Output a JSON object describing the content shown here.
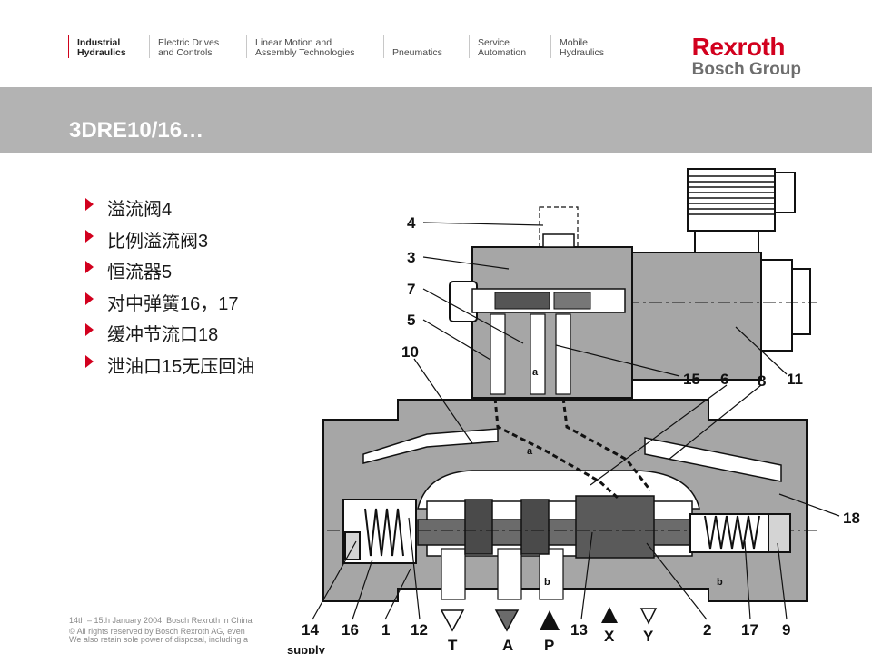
{
  "nav": {
    "items": [
      {
        "line1": "Industrial",
        "line2": "Hydraulics",
        "active": true
      },
      {
        "line1": "Electric Drives",
        "line2": "and Controls",
        "active": false
      },
      {
        "line1": "Linear Motion and",
        "line2": "Assembly Technologies",
        "active": false
      },
      {
        "line1": "Pneumatics",
        "line2": "",
        "active": false
      },
      {
        "line1": "Service",
        "line2": "Automation",
        "active": false
      },
      {
        "line1": "Mobile",
        "line2": "Hydraulics",
        "active": false
      }
    ]
  },
  "logo": {
    "brand": "Rexroth",
    "group": "Bosch Group",
    "brand_color": "#d2001e"
  },
  "title": "3DRE10/16…",
  "bullets": [
    "溢流阀4",
    "比例溢流阀3",
    "恒流器5",
    "对中弹簧16，17",
    "缓冲节流口18",
    "泄油口15无压回油"
  ],
  "footer": {
    "line1": "14th – 15th January 2004, Bosch Rexroth in China",
    "line2": "© All rights reserved by Bosch Rexroth AG, even",
    "line3": "We also retain sole power of disposal, including a"
  },
  "diagram": {
    "callouts": [
      "4",
      "3",
      "7",
      "5",
      "10",
      "15",
      "6",
      "8",
      "11",
      "18",
      "14",
      "16",
      "1",
      "12",
      "13",
      "2",
      "17",
      "9"
    ],
    "ports": [
      "T",
      "A",
      "P",
      "X",
      "Y"
    ],
    "small_labels": [
      "a",
      "a",
      "b",
      "b"
    ],
    "supply_label": "supply"
  }
}
